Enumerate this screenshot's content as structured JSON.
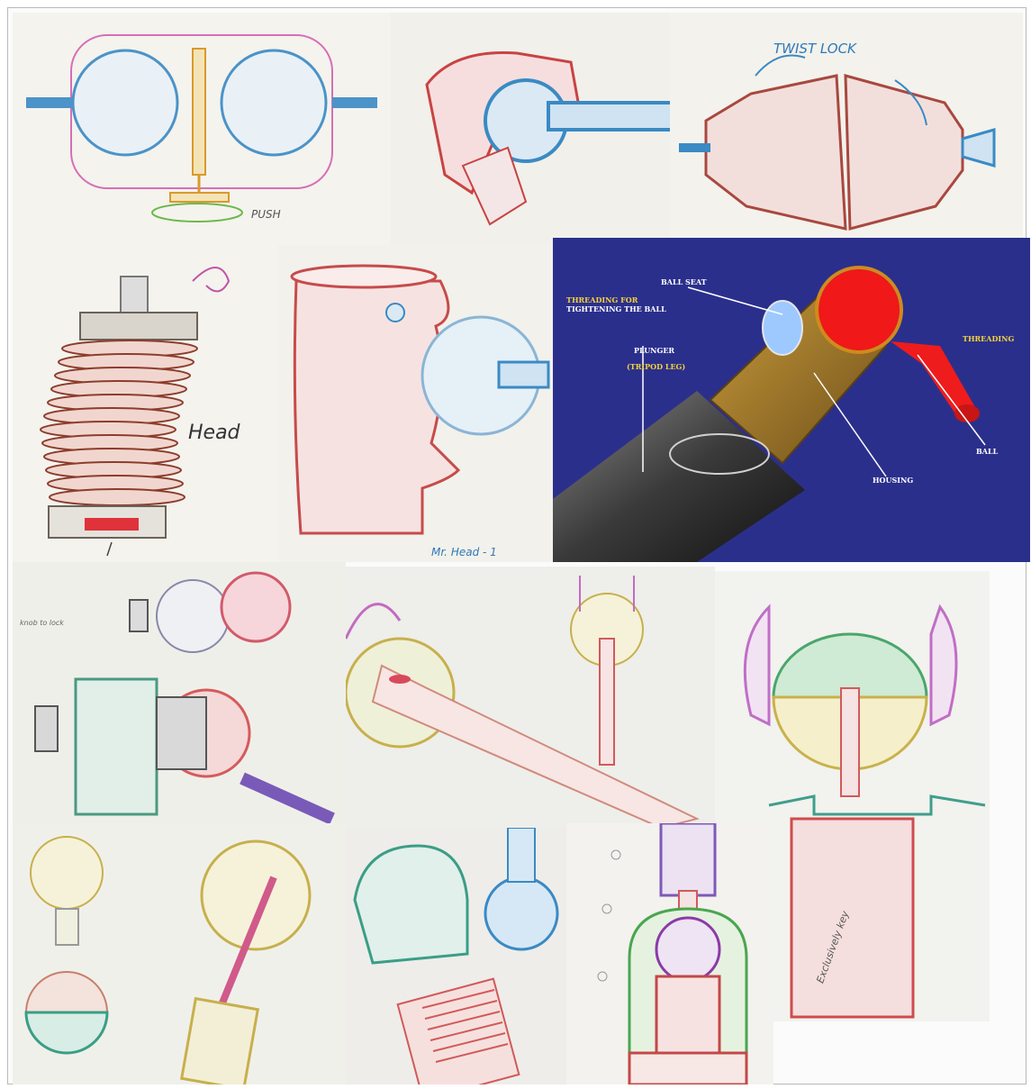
{
  "sketch_notes": {
    "twist_lock": "TWIST LOCK",
    "push_note": "PUSH",
    "head": "Head",
    "head_note": "Mr. Head - 1",
    "key_note": "Exclusively key",
    "side_note": "knob to lock"
  },
  "cad_render": {
    "background_color": "#2b2f8c",
    "labels": {
      "ball_seat": "BALL SEAT",
      "threading_ball_line1": "THREADING FOR",
      "threading_ball_line2": "TIGHTENING THE BALL",
      "plunger": "PLUNGER",
      "tripod_leg": "(TRIPOD LEG)",
      "threading": "THREADING",
      "ball": "BALL",
      "housing": "HOUSING"
    }
  }
}
